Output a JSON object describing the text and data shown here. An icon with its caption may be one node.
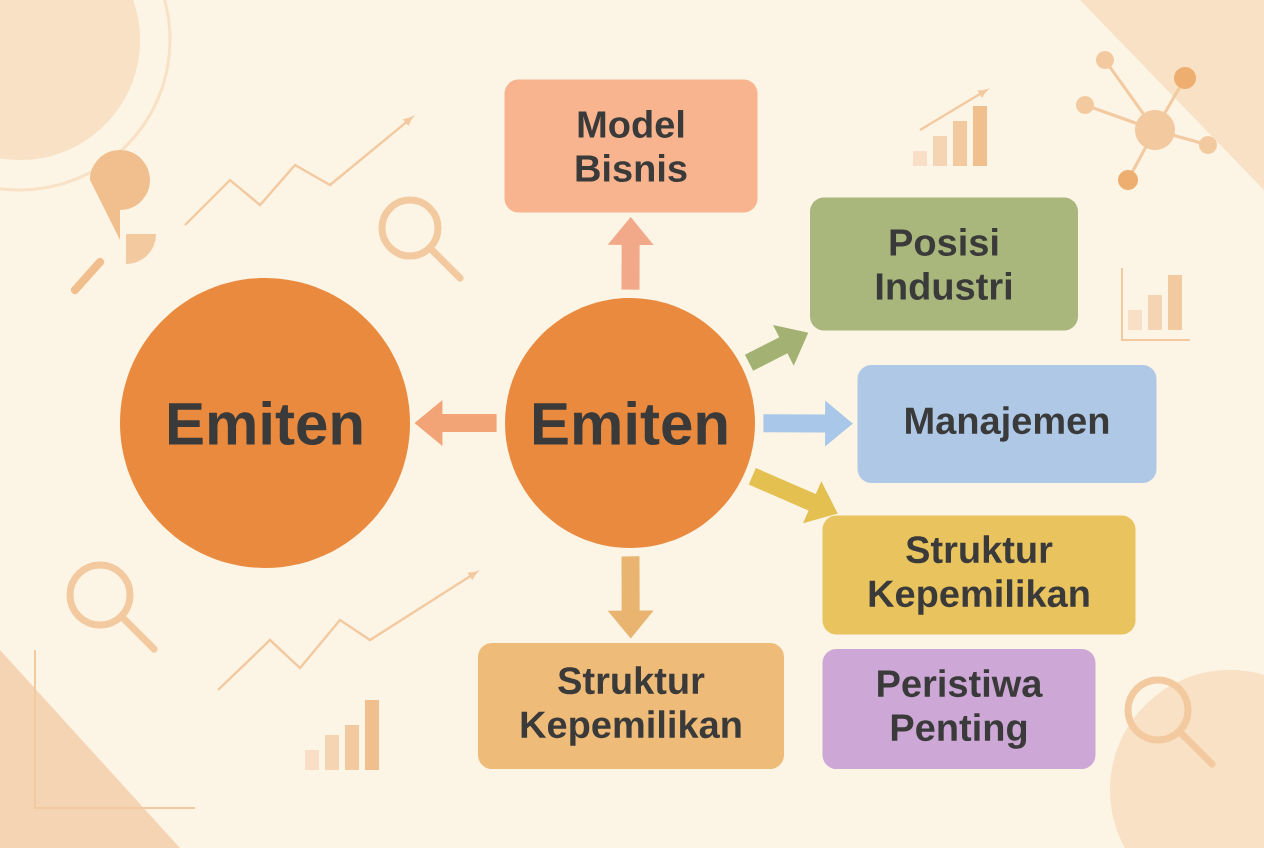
{
  "diagram": {
    "nodes": [
      {
        "text": [
          "Emiten"
        ]
      },
      {
        "text": [
          "Emiten"
        ]
      },
      {
        "text": [
          "Model Bisnis"
        ]
      },
      {
        "text": [
          "Posisi Industri"
        ]
      },
      {
        "text": [
          "Manajemen"
        ]
      },
      {
        "text": [
          "Struktur Kepemilikan"
        ]
      },
      {
        "text": [
          "Peristiwa Penting"
        ]
      },
      {
        "text": [
          "Struktur Kepemilikan"
        ]
      }
    ],
    "edges": [
      {
        "from": 1,
        "to": 0,
        "arrow": "to",
        "color": "#f2a477"
      },
      {
        "from": 1,
        "to": 2,
        "arrow": "to",
        "color": "#f2a98a"
      },
      {
        "from": 1,
        "to": 3,
        "arrow": "to",
        "color": "#a3b273"
      },
      {
        "from": 1,
        "to": 4,
        "arrow": "to",
        "color": "#a9c7e8"
      },
      {
        "from": 1,
        "to": 5,
        "arrow": "to",
        "color": "#e3c050"
      },
      {
        "from": 1,
        "to": 7,
        "arrow": "to",
        "color": "#e9b46f"
      }
    ]
  }
}
